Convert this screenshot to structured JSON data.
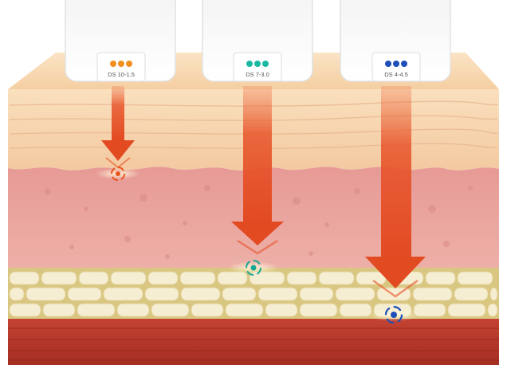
{
  "cartridges": [
    {
      "id": "c1",
      "label": "DS 10-1.5",
      "dot_color": "#F0901E",
      "target_color": "#E8541E"
    },
    {
      "id": "c2",
      "label": "DS 7-3.0",
      "dot_color": "#1DB8A4",
      "target_color": "#17A894"
    },
    {
      "id": "c3",
      "label": "DS 4-4.5",
      "dot_color": "#1E4FB8",
      "target_color": "#1E4FB8"
    }
  ],
  "layers": [
    {
      "id": "epidermis",
      "color": "#F6D3A8"
    },
    {
      "id": "dermis",
      "color": "#EBA4A0"
    },
    {
      "id": "fat",
      "color": "#EEE1B0"
    },
    {
      "id": "muscle",
      "color": "#B8382A"
    }
  ],
  "arrow_color": "#E8542A"
}
